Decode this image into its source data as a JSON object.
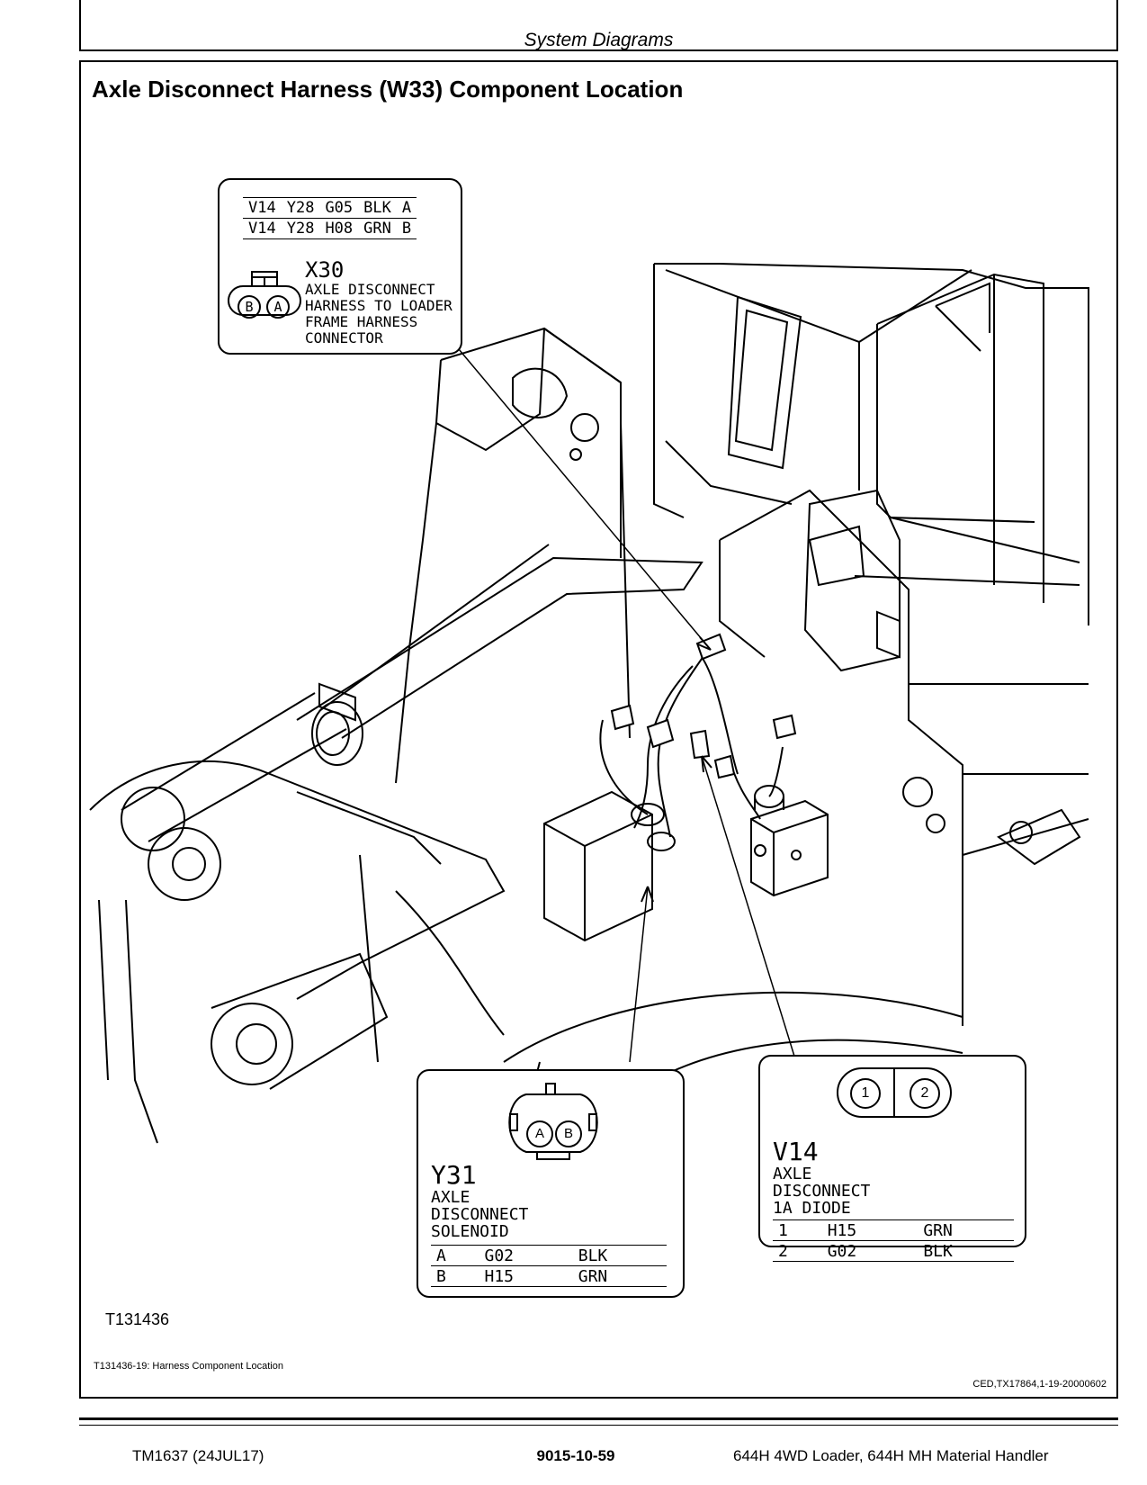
{
  "header": {
    "section": "System Diagrams"
  },
  "page_title": "Axle Disconnect Harness (W33) Component Location",
  "callouts": {
    "x30": {
      "id": "X30",
      "description": [
        "AXLE DISCONNECT",
        "HARNESS TO LOADER",
        "FRAME HARNESS",
        "CONNECTOR"
      ],
      "pins": [
        "B",
        "A"
      ],
      "wires": [
        [
          "V14",
          "Y28",
          "G05",
          "BLK",
          "A"
        ],
        [
          "V14",
          "Y28",
          "H08",
          "GRN",
          "B"
        ]
      ]
    },
    "y31": {
      "id": "Y31",
      "description": [
        "AXLE",
        "DISCONNECT",
        "SOLENOID"
      ],
      "pins": [
        "A",
        "B"
      ],
      "wires": [
        [
          "A",
          "G02",
          "BLK"
        ],
        [
          "B",
          "H15",
          "GRN"
        ]
      ]
    },
    "v14": {
      "id": "V14",
      "description": [
        "AXLE",
        "DISCONNECT",
        "1A DIODE"
      ],
      "pins": [
        "1",
        "2"
      ],
      "wires": [
        [
          "1",
          "H15",
          "GRN"
        ],
        [
          "2",
          "G02",
          "BLK"
        ]
      ]
    }
  },
  "figure": {
    "id": "T131436",
    "caption": "T131436-19: Harness Component Location",
    "reference": "CED,TX17864,1-19-20000602"
  },
  "footer": {
    "left": "TM1637 (24JUL17)",
    "center": "9015-10-59",
    "right": "644H 4WD Loader, 644H MH Material Handler"
  }
}
